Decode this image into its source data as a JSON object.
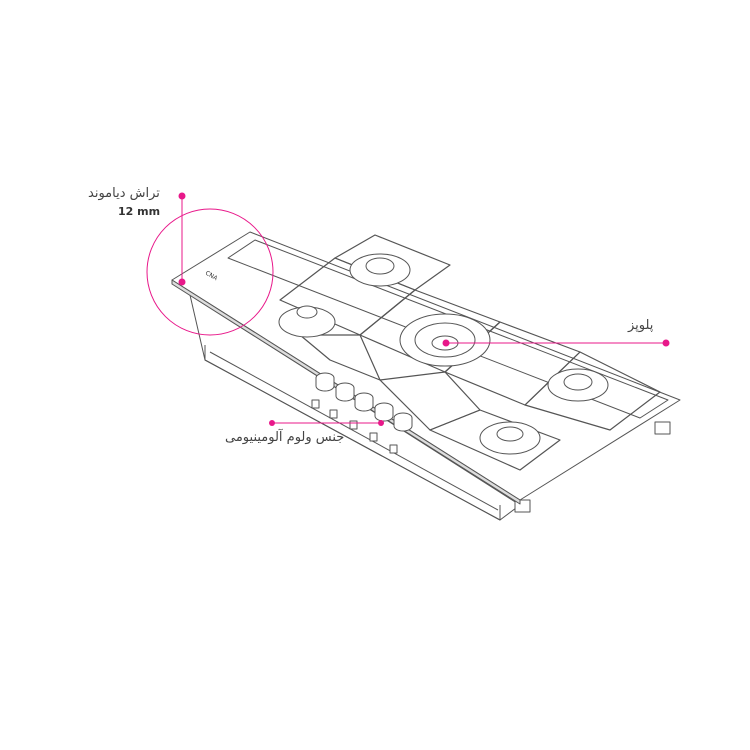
{
  "annotations": {
    "diamond_cut": {
      "label": "تراش دیاموند",
      "value": "12 mm"
    },
    "wok_burner": {
      "label": "پلوپز"
    },
    "knobs": {
      "label": "جنس ولوم آلومینیومی"
    }
  },
  "product": {
    "logo_text": "CNA"
  },
  "colors": {
    "accent": "#e8188a",
    "line": "#555555"
  }
}
